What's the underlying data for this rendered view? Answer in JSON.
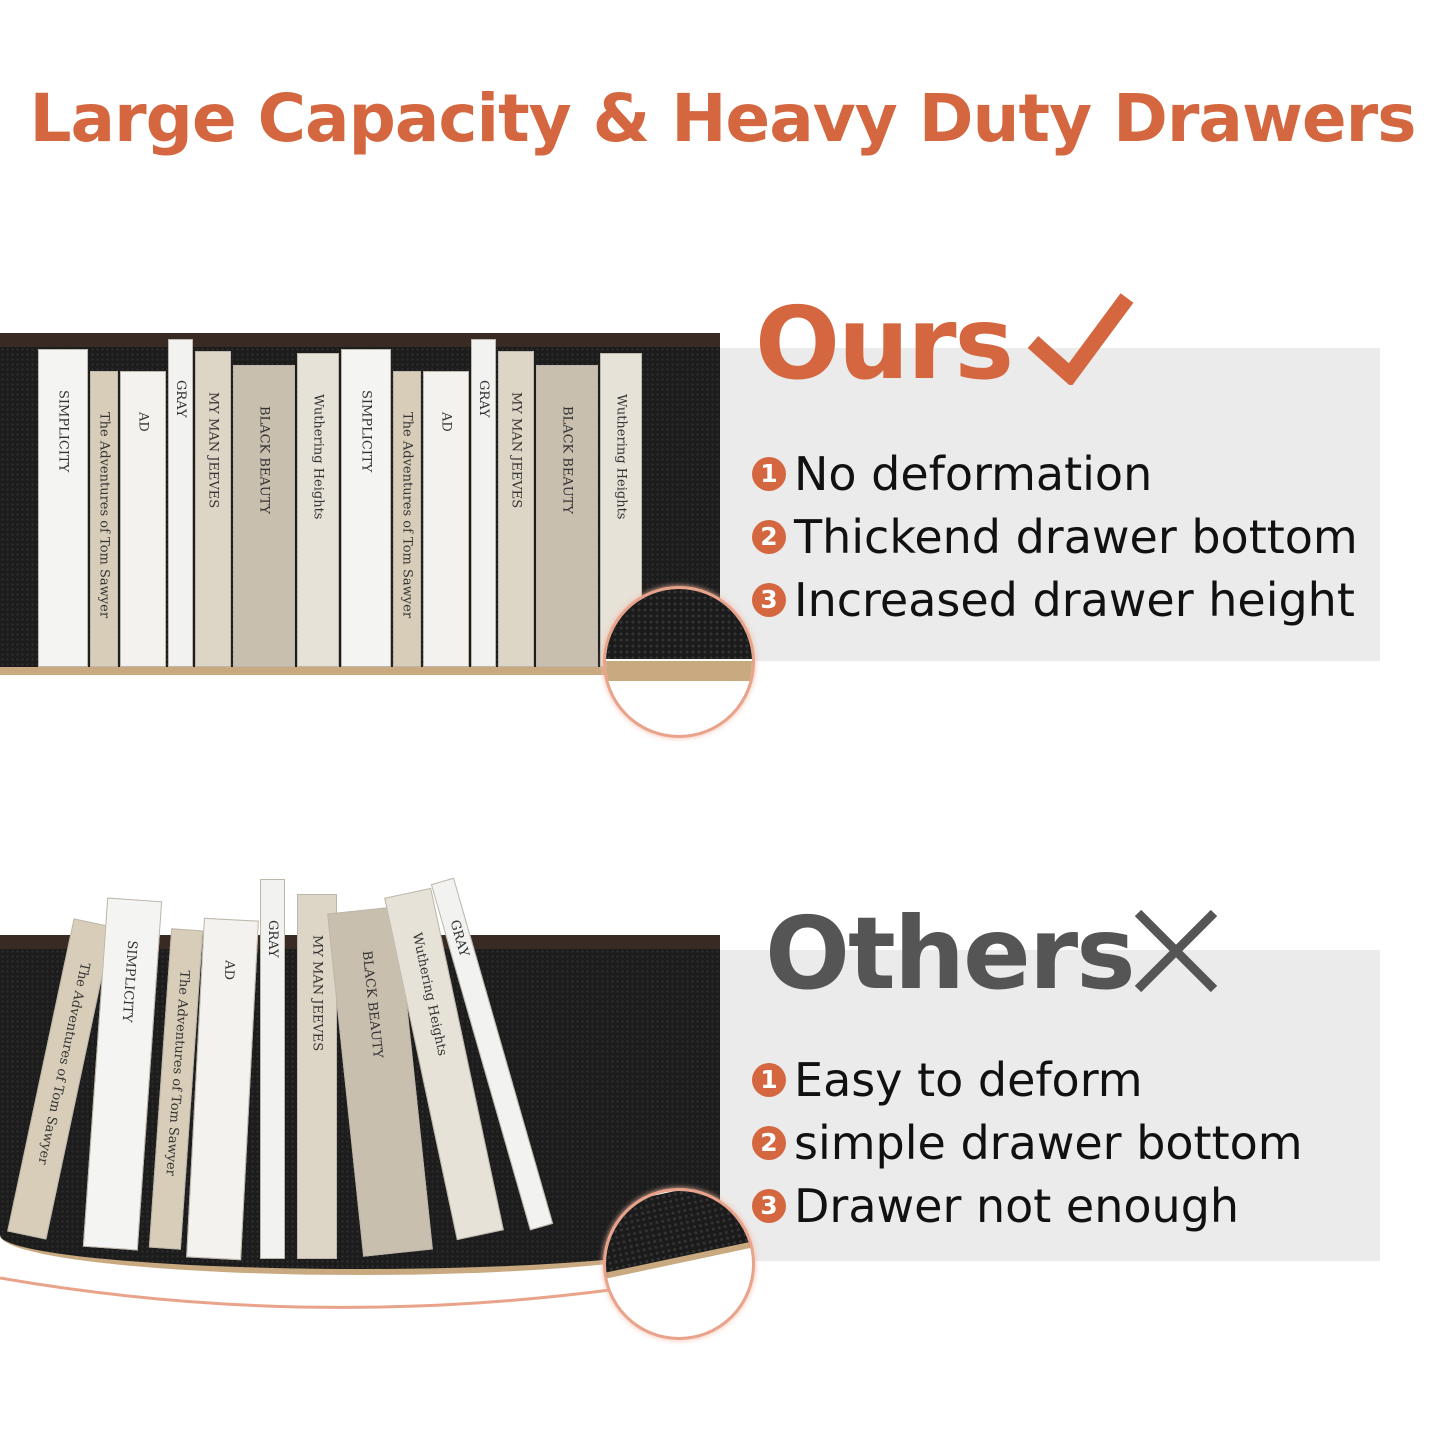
{
  "title": "Large Capacity & Heavy Duty Drawers",
  "ours": {
    "heading": "Ours",
    "icon": "check-icon",
    "color": "#d4673f",
    "items": [
      {
        "num": "1",
        "text": "No deformation"
      },
      {
        "num": "2",
        "text": "Thickend drawer bottom"
      },
      {
        "num": "3",
        "text": "Increased drawer height"
      }
    ]
  },
  "others": {
    "heading": "Others",
    "icon": "x-icon",
    "color": "#555555",
    "items": [
      {
        "num": "1",
        "text": "Easy to deform"
      },
      {
        "num": "2",
        "text": "simple drawer bottom"
      },
      {
        "num": "3",
        "text": "Drawer not enough"
      }
    ]
  },
  "books": [
    "SIMPLICITY",
    "The Adventures of Tom Sawyer",
    "AD",
    "GRAY",
    "MY MAN JEEVES",
    "BLACK BEAUTY",
    "Wuthering Heights"
  ]
}
